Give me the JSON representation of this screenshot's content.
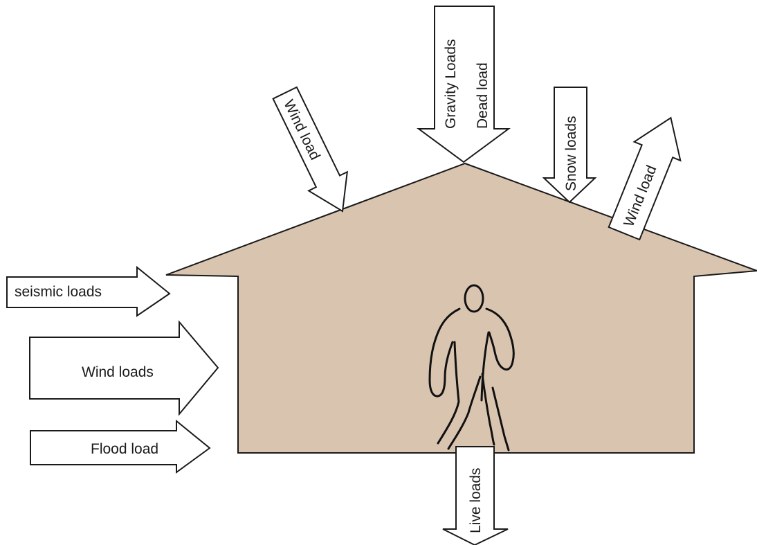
{
  "colors": {
    "house_fill": "#d9c4b0",
    "outline": "#1a1a1a",
    "arrow_fill": "#ffffff"
  },
  "labels": {
    "gravity_loads": "Gravity Loads",
    "dead_load": "Dead load",
    "wind_load_left_roof": "Wind load",
    "snow_loads": "Snow loads",
    "wind_load_right_roof": "Wind load",
    "seismic_loads": "seismic loads",
    "wind_loads": "Wind loads",
    "flood_load": "Flood load",
    "live_loads": "Live loads"
  },
  "icons": {
    "person": "person-walking-icon"
  }
}
